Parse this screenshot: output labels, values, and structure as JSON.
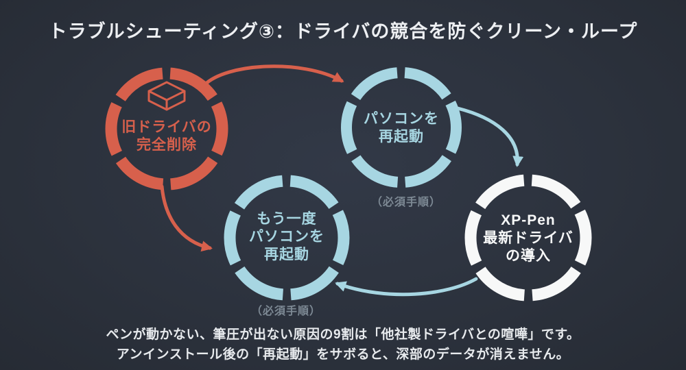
{
  "title": "トラブルシューティング③：ドライバの競合を防ぐクリーン・ループ",
  "colors": {
    "background": "#2c323d",
    "red": "#d7604c",
    "light_blue": "#a7d6e2",
    "white": "#f7f8f8",
    "note_gray": "#7d8994"
  },
  "nodes": {
    "old_driver": {
      "label": "旧ドライバの\n完全削除",
      "icon": "box-icon",
      "color": "#d7604c"
    },
    "restart_first": {
      "label": "パソコンを\n再起動",
      "note": "（必須手順）",
      "color": "#a7d6e2"
    },
    "install_driver": {
      "label": "XP-Pen\n最新ドライバ\nの導入",
      "color": "#f7f8f8"
    },
    "restart_again": {
      "label": "もう一度\nパソコンを\n再起動",
      "note": "（必須手順）",
      "color": "#a7d6e2"
    }
  },
  "footer": {
    "line1": "ペンが動かない、筆圧が出ない原因の9割は「他社製ドライバとの喧嘩」です。",
    "line2": "アンインストール後の「再起動」をサボると、深部のデータが消えません。"
  }
}
